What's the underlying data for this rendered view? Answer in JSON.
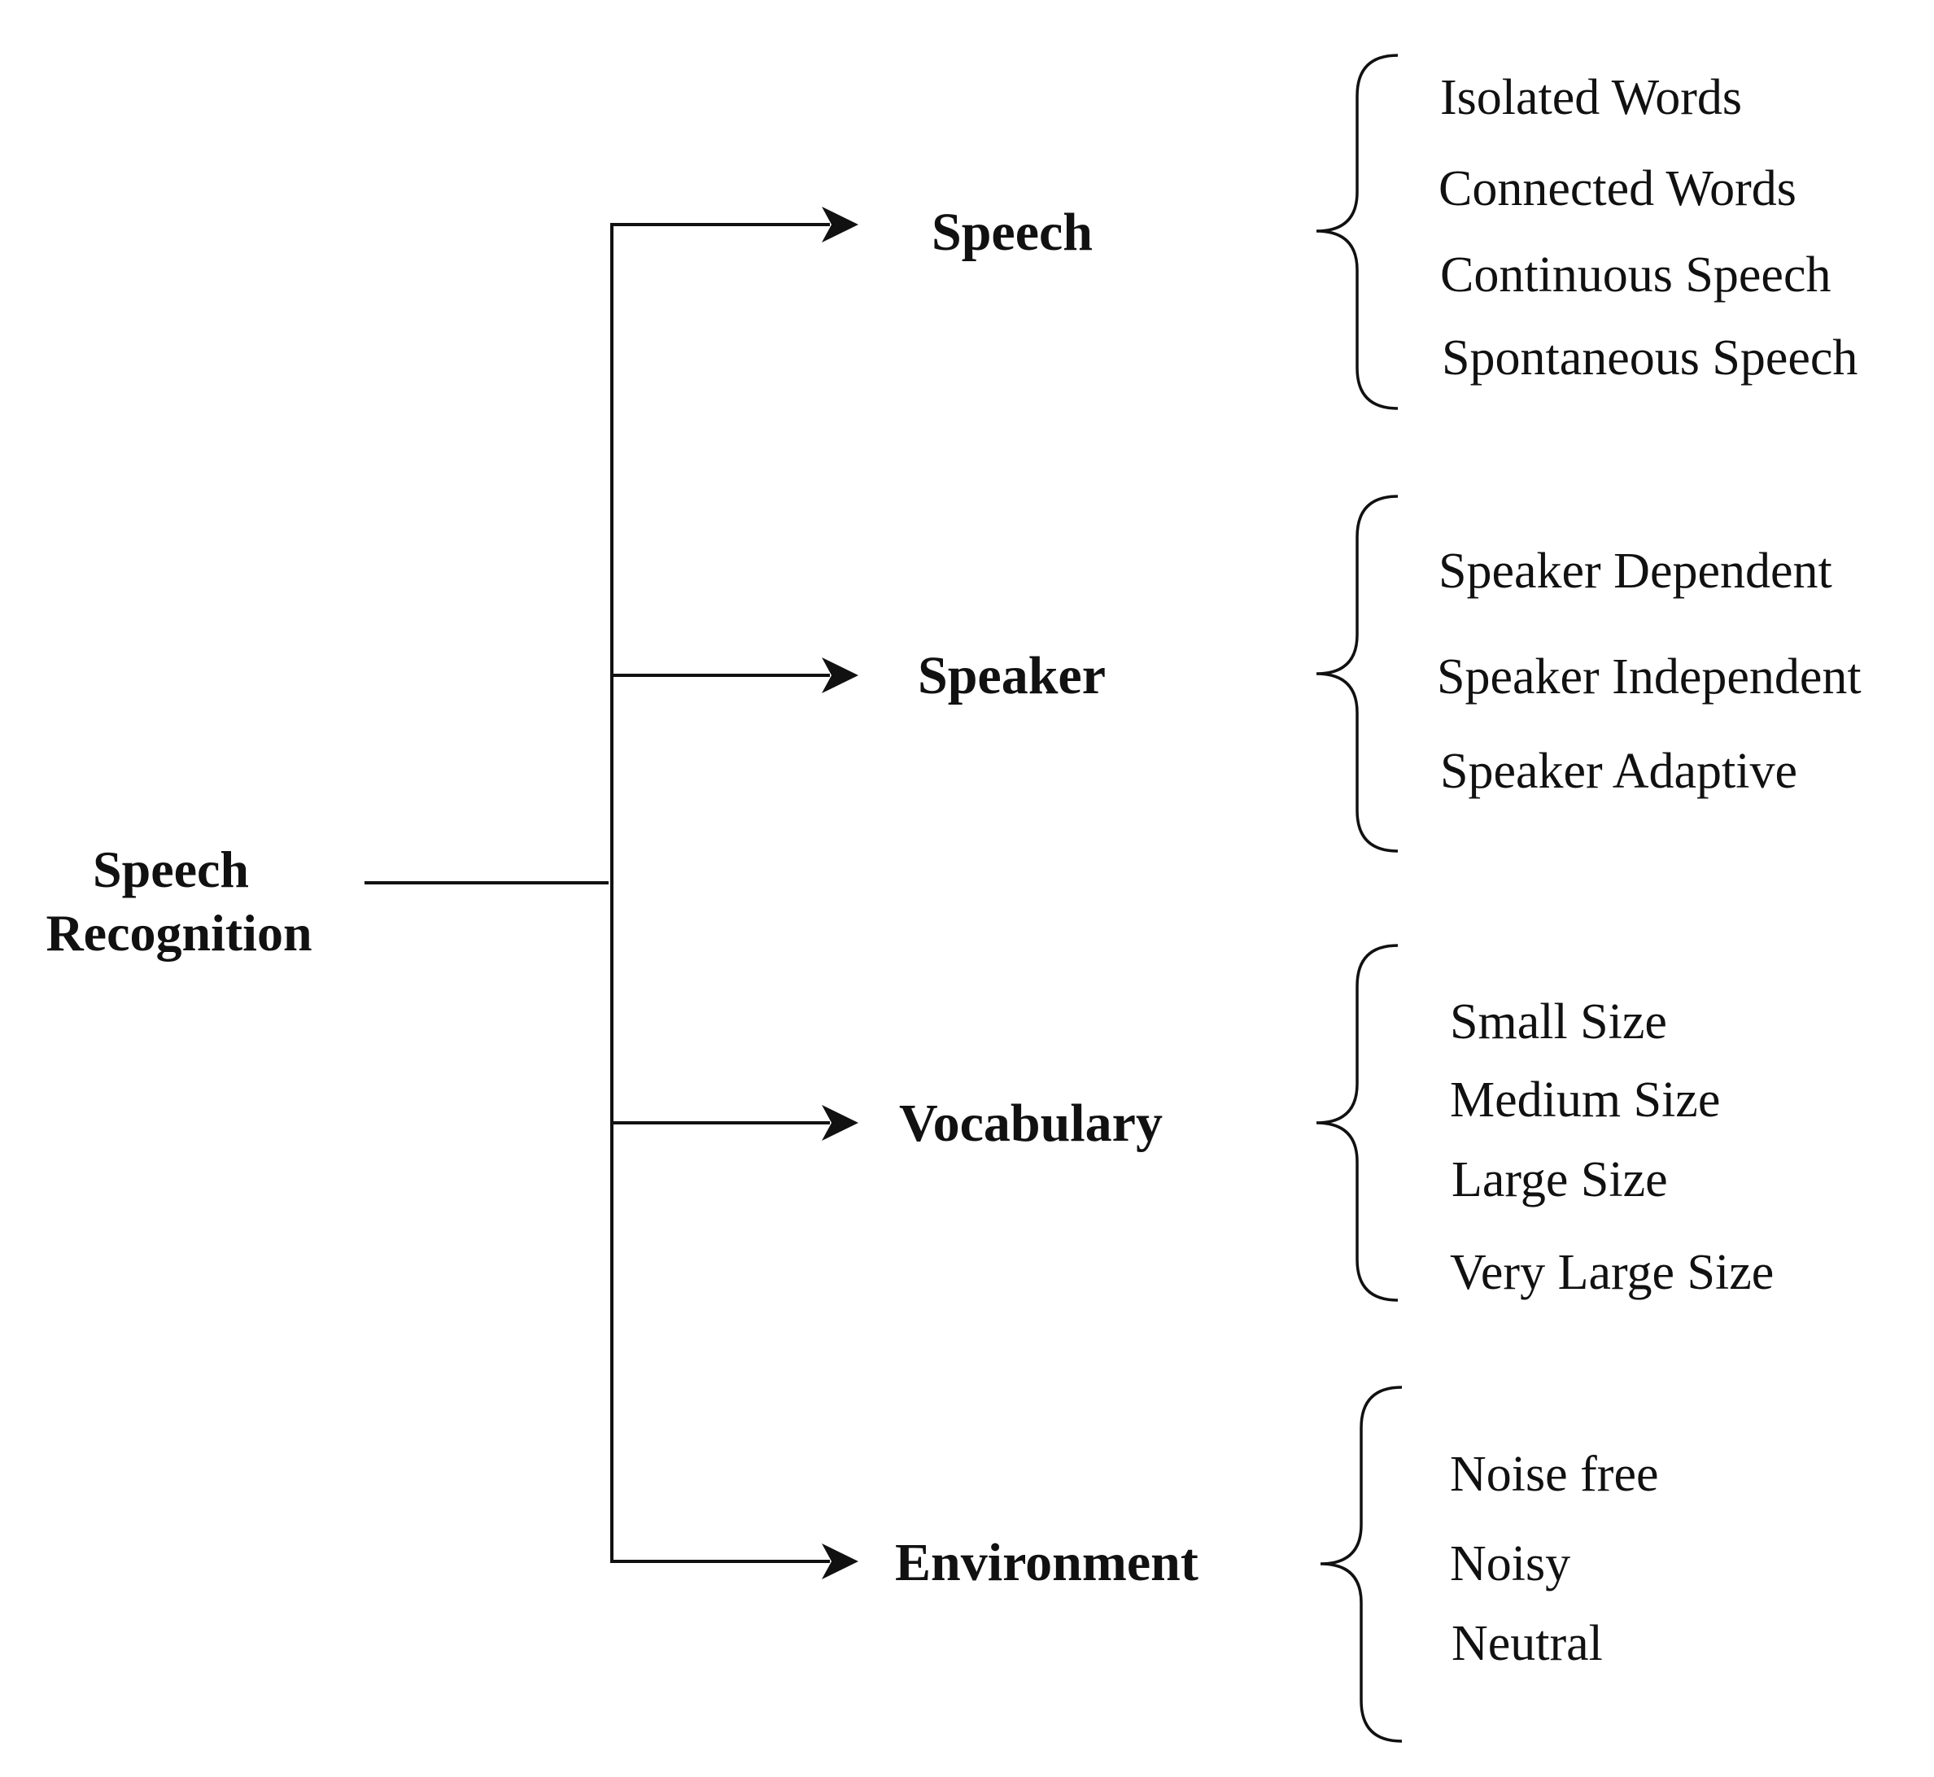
{
  "root": {
    "line1": "Speech",
    "line2": "Recognition"
  },
  "categories": [
    {
      "label": "Speech",
      "items": [
        "Isolated Words",
        "Connected Words",
        "Continuous Speech",
        "Spontaneous Speech"
      ]
    },
    {
      "label": "Speaker",
      "items": [
        "Speaker Dependent",
        "Speaker Independent",
        "Speaker Adaptive"
      ]
    },
    {
      "label": "Vocabulary",
      "items": [
        "Small Size",
        "Medium Size",
        "Large Size",
        "Very Large Size"
      ]
    },
    {
      "label": "Environment",
      "items": [
        "Noise free",
        "Noisy",
        "Neutral"
      ]
    }
  ]
}
